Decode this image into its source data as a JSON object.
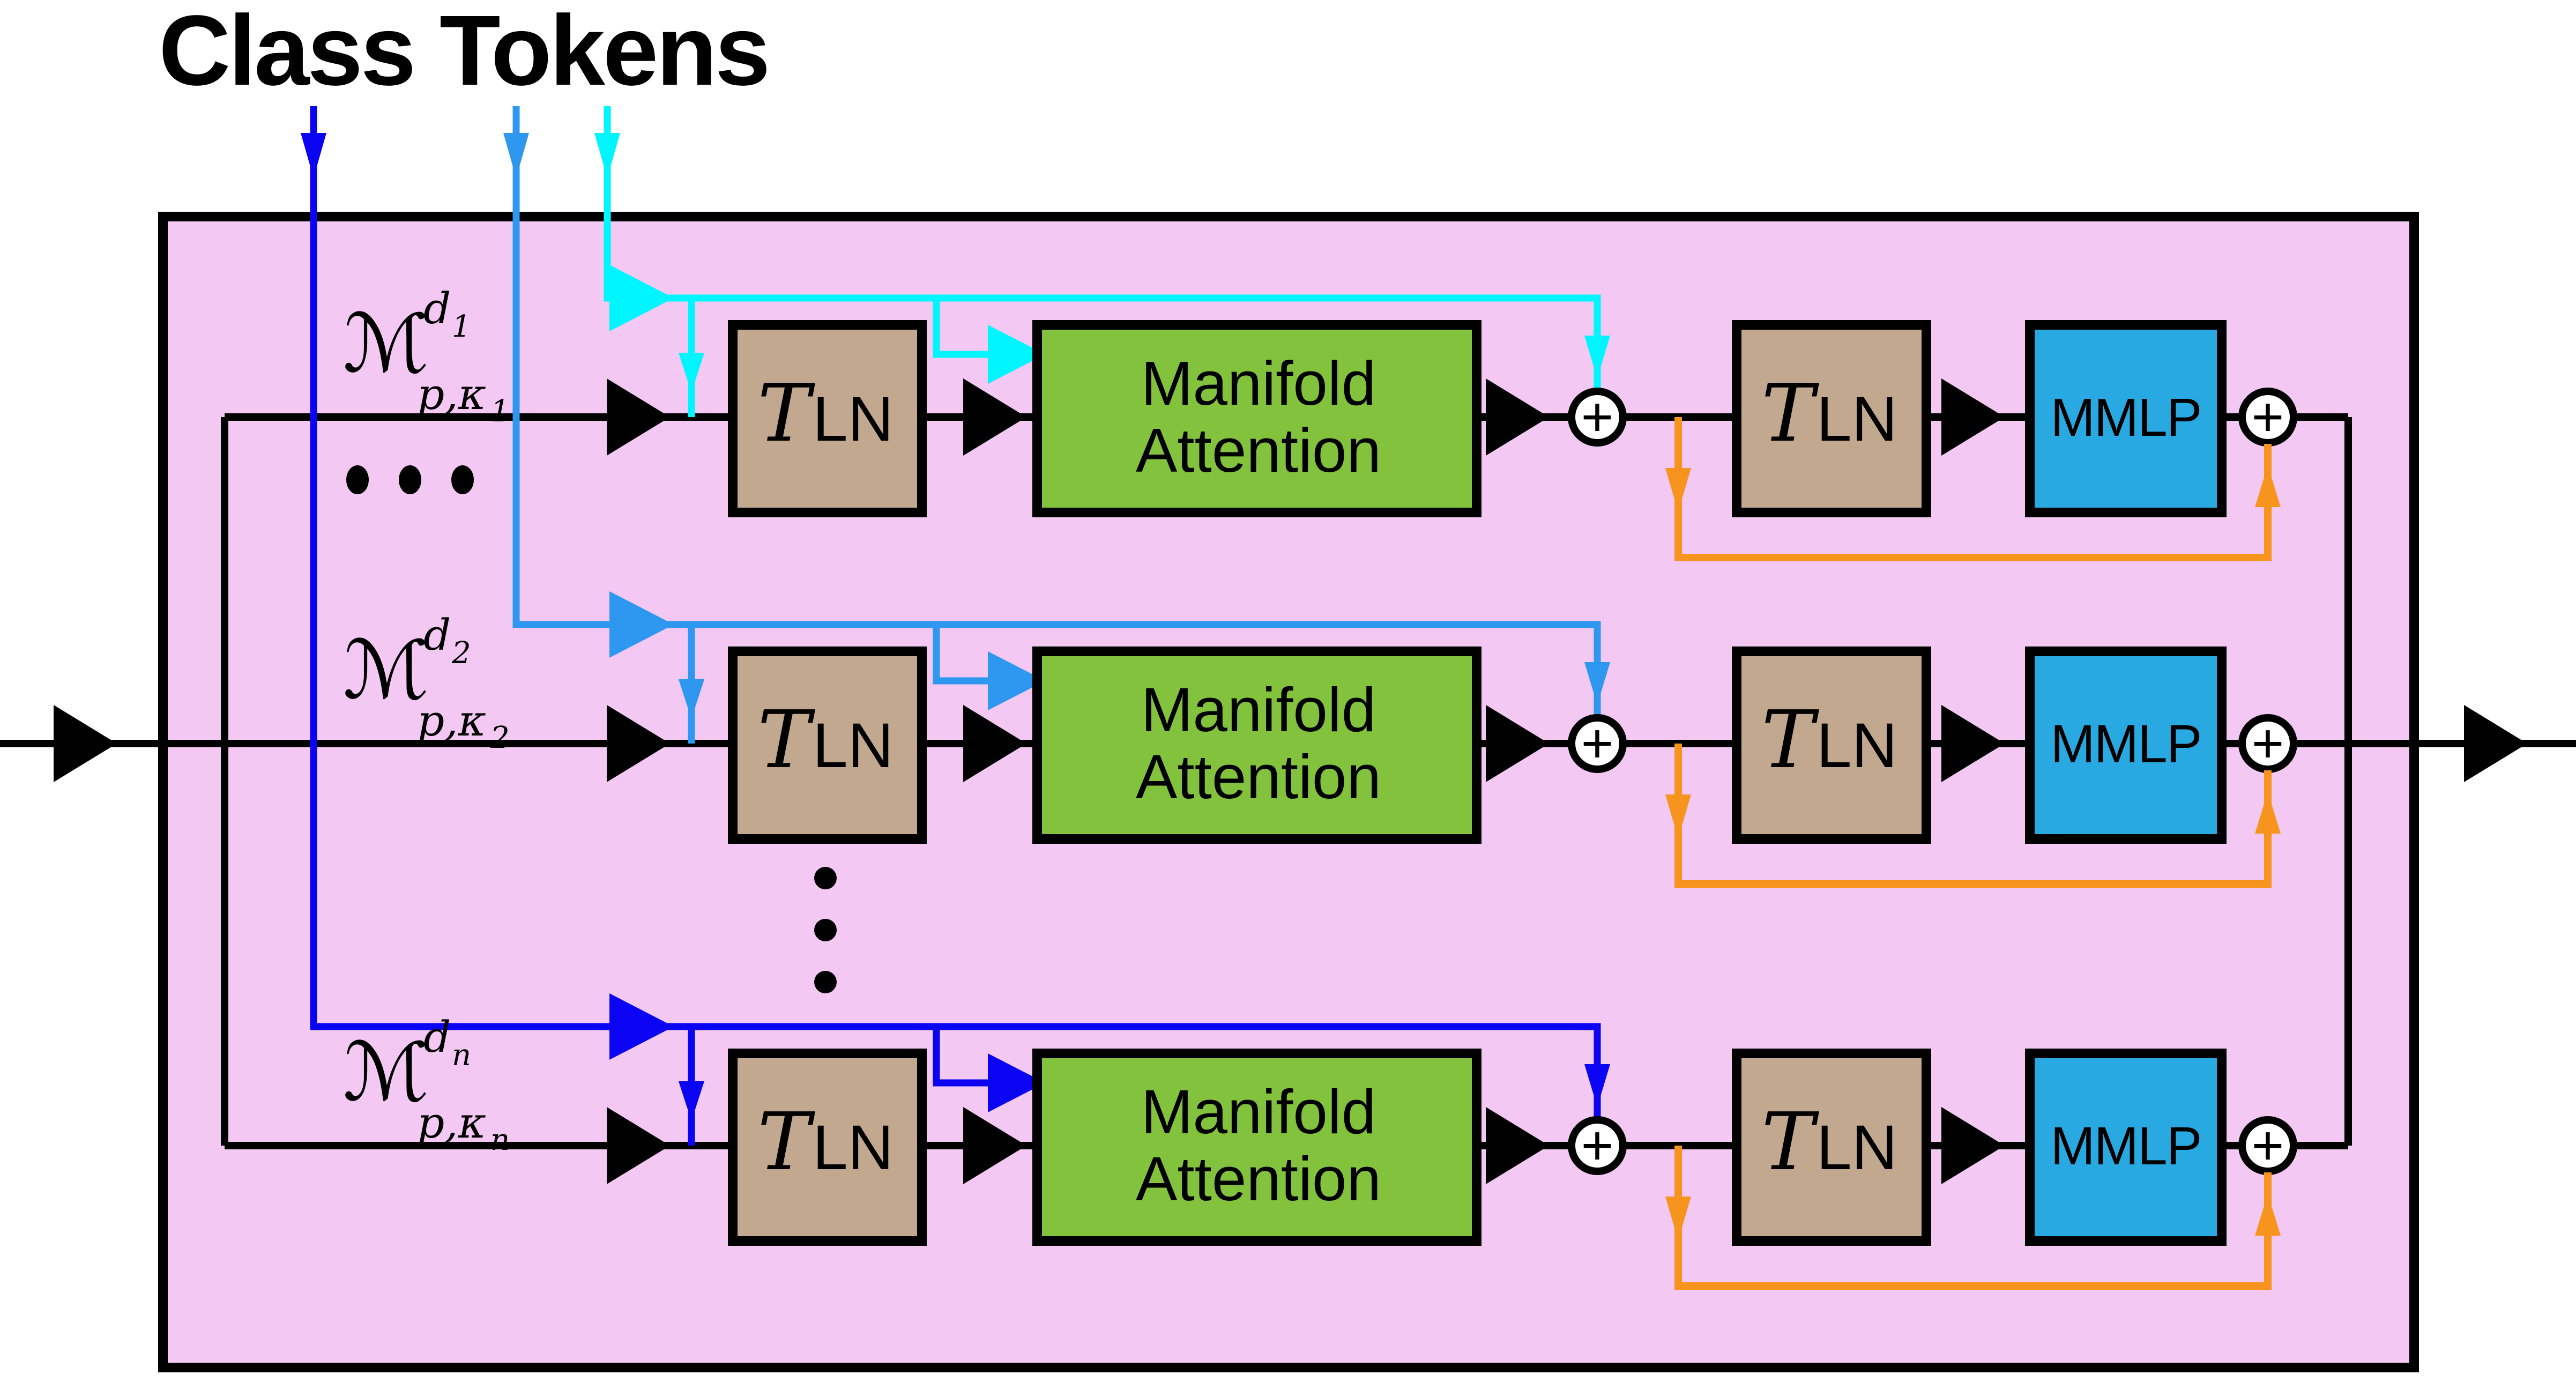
{
  "title": "Class Tokens",
  "rows": [
    {
      "name": "row-1",
      "manifold": {
        "m": "ℳ",
        "sup": "d",
        "sup_index": "1",
        "sub": "p,κ",
        "sub_index": "1"
      },
      "token_color": "#00F6FF"
    },
    {
      "name": "row-2",
      "manifold": {
        "m": "ℳ",
        "sup": "d",
        "sup_index": "2",
        "sub": "p,κ",
        "sub_index": "2"
      },
      "token_color": "#2E97F0"
    },
    {
      "name": "row-n",
      "manifold": {
        "m": "ℳ",
        "sup": "d",
        "sup_index": "n",
        "sub": "p,κ",
        "sub_index": "n"
      },
      "token_color": "#0A04F2"
    }
  ],
  "blocks": {
    "tln": {
      "script": "T",
      "suffix": "LN"
    },
    "attention": {
      "line1": "Manifold",
      "line2": "Attention"
    },
    "mmlp": {
      "label": "MMLP"
    },
    "add": {
      "symbol": "+"
    }
  },
  "ellipsis": {
    "rows_horizontal": "•••",
    "rows_vertical": "⋮"
  },
  "colors": {
    "background": "#FFFFFF",
    "panel": "#F3C8F3",
    "outline": "#000000",
    "tln_fill": "#C2A88F",
    "attention_fill": "#82C23C",
    "mmlp_fill": "#29A9E1",
    "residual": "#F7941E",
    "token_cyan": "#00F6FF",
    "token_blue": "#2E97F0",
    "token_dark_blue": "#0A04F2"
  }
}
